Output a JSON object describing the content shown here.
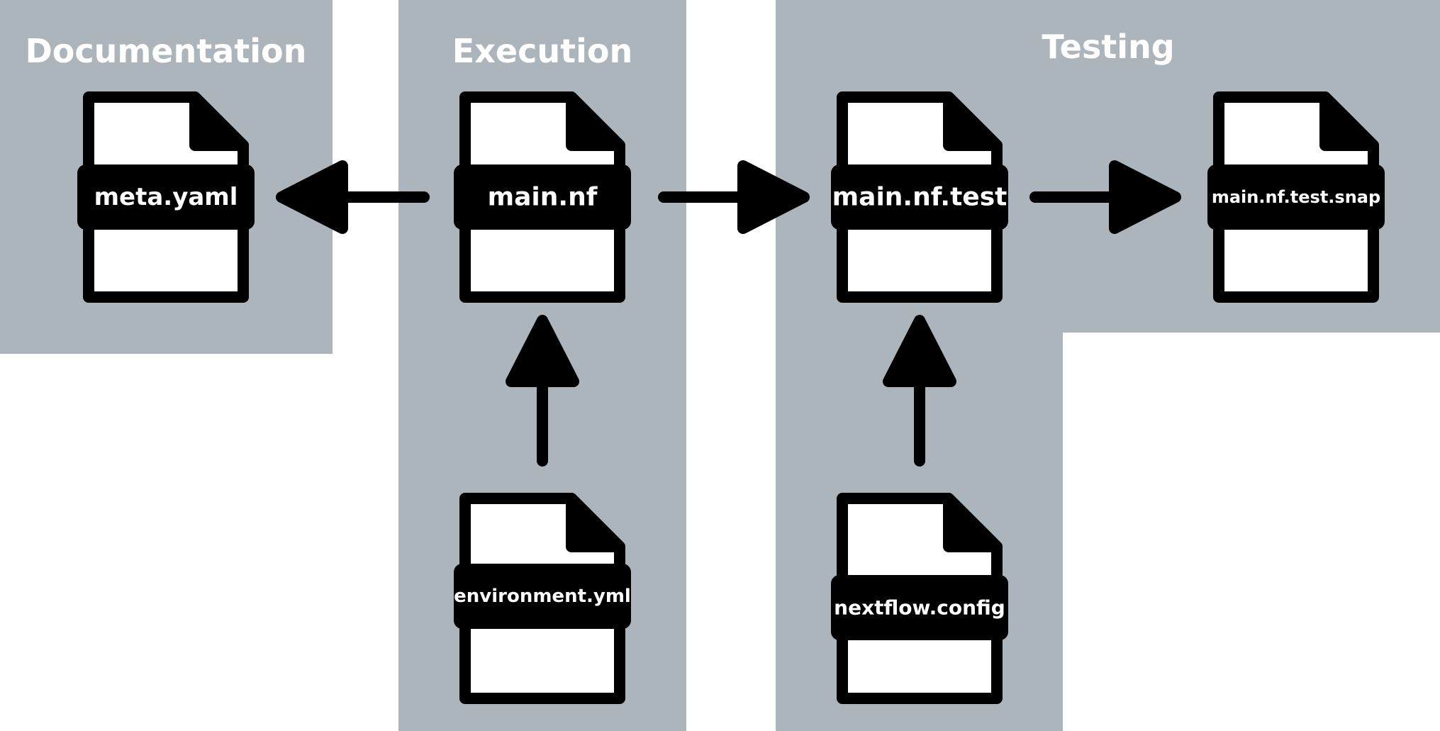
{
  "colors": {
    "background": "#ffffff",
    "region_fill": "#adb5bc",
    "icon": "#000000",
    "paper": "#ffffff",
    "title_text": "#ffffff"
  },
  "regions": {
    "documentation": {
      "title": "Documentation"
    },
    "execution": {
      "title": "Execution"
    },
    "testing": {
      "title": "Testing"
    }
  },
  "files": {
    "meta_yaml": {
      "label": "meta.yaml",
      "icon": "file-icon"
    },
    "main_nf": {
      "label": "main.nf",
      "icon": "file-icon"
    },
    "main_nf_test": {
      "label": "main.nf.test",
      "icon": "file-icon"
    },
    "main_nf_test_snap": {
      "label": "main.nf.test.snap",
      "icon": "file-icon"
    },
    "environment_yml": {
      "label": "environment.yml",
      "icon": "file-icon"
    },
    "nextflow_config": {
      "label": "nextflow.config",
      "icon": "file-icon"
    }
  },
  "arrows": [
    {
      "from": "main.nf",
      "to": "meta.yaml",
      "icon": "arrow-left-icon"
    },
    {
      "from": "main.nf",
      "to": "main.nf.test",
      "icon": "arrow-right-icon"
    },
    {
      "from": "main.nf.test",
      "to": "main.nf.test.snap",
      "icon": "arrow-right-icon"
    },
    {
      "from": "environment.yml",
      "to": "main.nf",
      "icon": "arrow-up-icon"
    },
    {
      "from": "nextflow.config",
      "to": "main.nf.test",
      "icon": "arrow-up-icon"
    }
  ]
}
